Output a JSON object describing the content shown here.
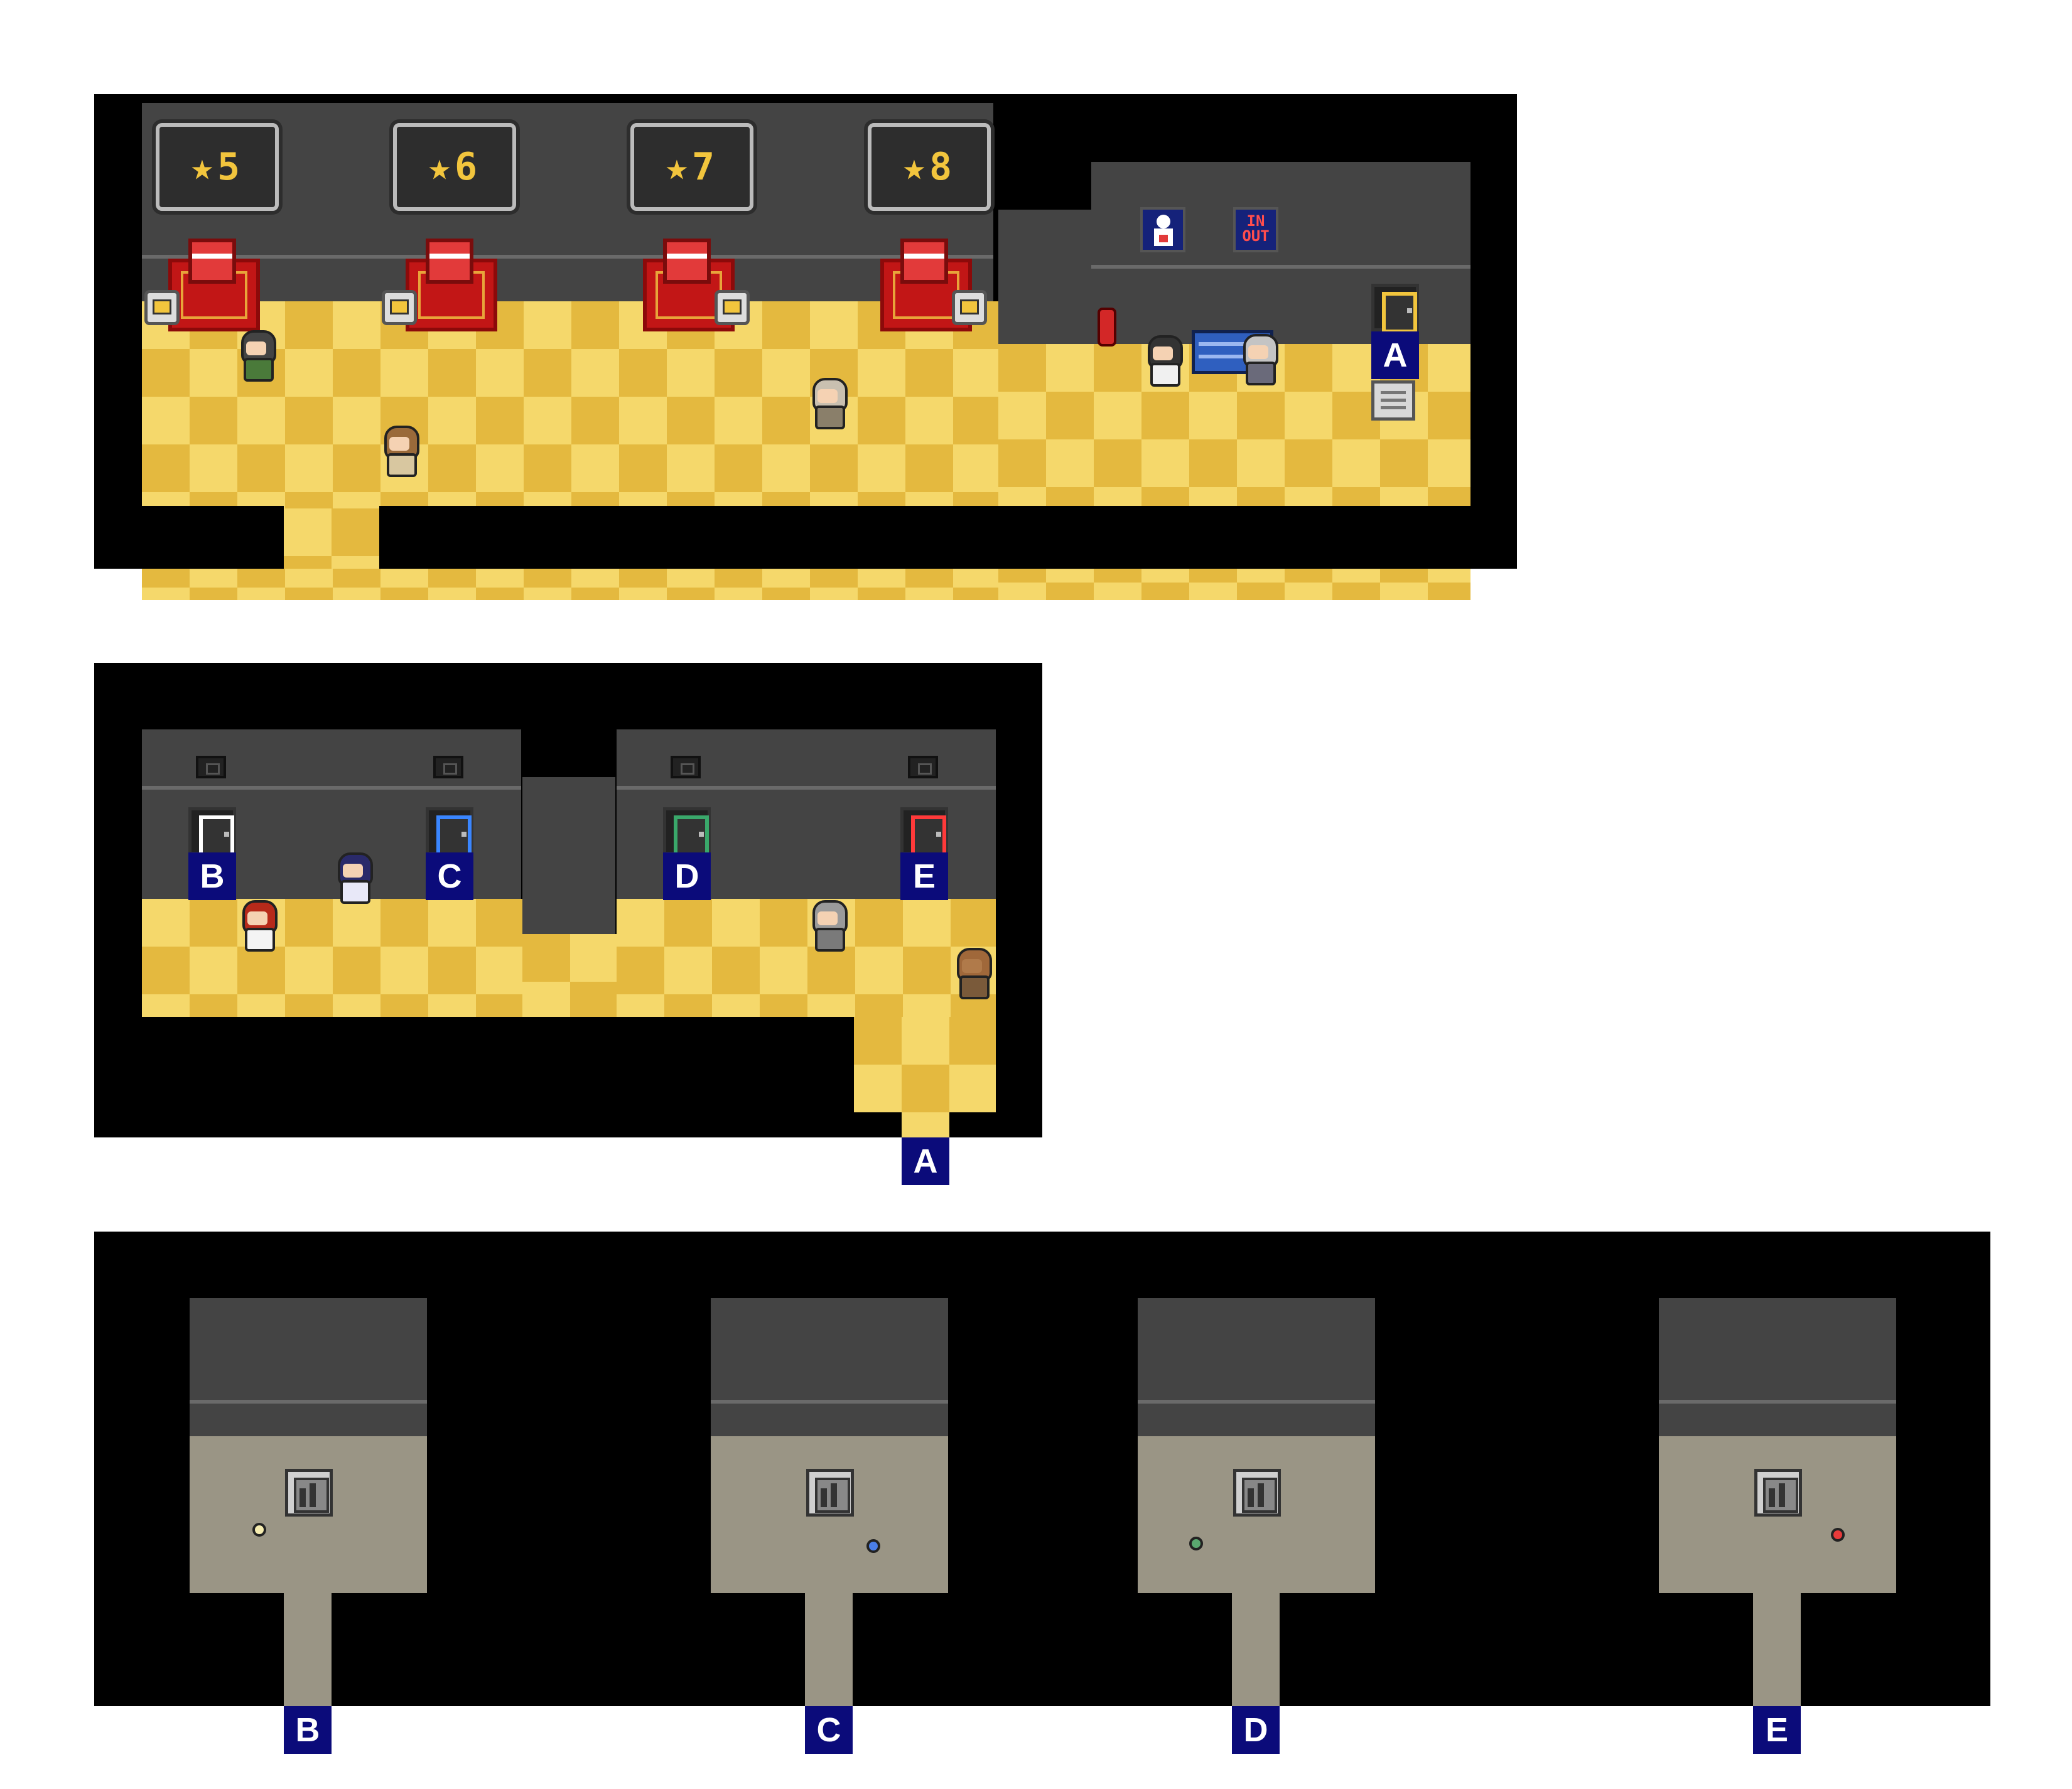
{
  "colors": {
    "frame": "#000000",
    "wall": "#444444",
    "floor_light": "#f5d86b",
    "floor_dark": "#e4b93f",
    "room_floor": "#9a9585",
    "label_bg": "#0b0b7a",
    "counter_red": "#c21616",
    "star_text": "#f2c53d"
  },
  "top_map": {
    "star_signs": [
      {
        "text": "★5"
      },
      {
        "text": "★6"
      },
      {
        "text": "★7"
      },
      {
        "text": "★8"
      }
    ],
    "in_out_sign": {
      "line1": "IN",
      "line2": "OUT"
    },
    "door_a": {
      "label": "A",
      "color": "#f2c53d"
    },
    "icons": [
      "restroom-sign-icon",
      "in-out-sign-icon",
      "fire-extinguisher-icon",
      "notice-board-icon",
      "bench-icon"
    ]
  },
  "middle_map": {
    "doors": [
      {
        "label": "B",
        "color": "#ffffff"
      },
      {
        "label": "C",
        "color": "#3a86ff"
      },
      {
        "label": "D",
        "color": "#3aa86b"
      },
      {
        "label": "E",
        "color": "#ff3a3a"
      }
    ],
    "exit_label": "A"
  },
  "bottom_map": {
    "rooms": [
      {
        "label": "B",
        "dot_color": "#f5ecb0"
      },
      {
        "label": "C",
        "dot_color": "#4a7ee8"
      },
      {
        "label": "D",
        "dot_color": "#5aa870"
      },
      {
        "label": "E",
        "dot_color": "#e83a3a"
      }
    ]
  }
}
